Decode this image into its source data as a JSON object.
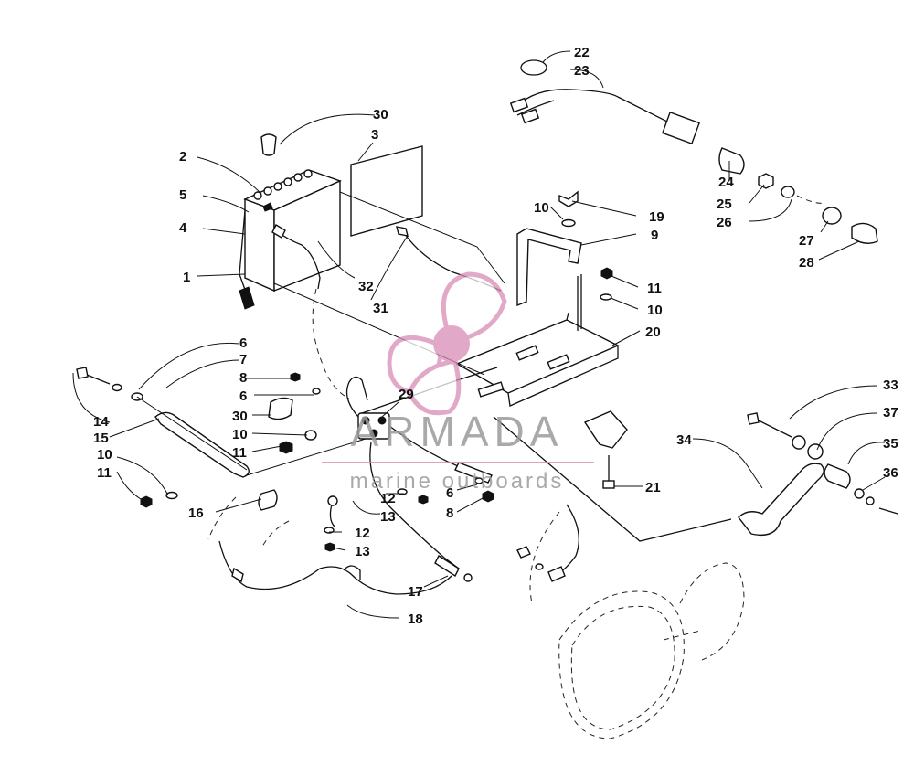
{
  "callouts": [
    {
      "id": "c1",
      "text": "1"
    },
    {
      "id": "c2",
      "text": "2"
    },
    {
      "id": "c3",
      "text": "3"
    },
    {
      "id": "c4",
      "text": "4"
    },
    {
      "id": "c5",
      "text": "5"
    },
    {
      "id": "c6a",
      "text": "6"
    },
    {
      "id": "c6b",
      "text": "6"
    },
    {
      "id": "c6c",
      "text": "6"
    },
    {
      "id": "c7",
      "text": "7"
    },
    {
      "id": "c8a",
      "text": "8"
    },
    {
      "id": "c8b",
      "text": "8"
    },
    {
      "id": "c9",
      "text": "9"
    },
    {
      "id": "c10a",
      "text": "10"
    },
    {
      "id": "c10b",
      "text": "10"
    },
    {
      "id": "c10c",
      "text": "10"
    },
    {
      "id": "c10d",
      "text": "10"
    },
    {
      "id": "c11a",
      "text": "11"
    },
    {
      "id": "c11b",
      "text": "11"
    },
    {
      "id": "c11c",
      "text": "11"
    },
    {
      "id": "c12a",
      "text": "12"
    },
    {
      "id": "c12b",
      "text": "12"
    },
    {
      "id": "c13a",
      "text": "13"
    },
    {
      "id": "c13b",
      "text": "13"
    },
    {
      "id": "c14",
      "text": "14"
    },
    {
      "id": "c15",
      "text": "15"
    },
    {
      "id": "c16",
      "text": "16"
    },
    {
      "id": "c17",
      "text": "17"
    },
    {
      "id": "c18",
      "text": "18"
    },
    {
      "id": "c19",
      "text": "19"
    },
    {
      "id": "c20",
      "text": "20"
    },
    {
      "id": "c21",
      "text": "21"
    },
    {
      "id": "c22",
      "text": "22"
    },
    {
      "id": "c23",
      "text": "23"
    },
    {
      "id": "c24",
      "text": "24"
    },
    {
      "id": "c25",
      "text": "25"
    },
    {
      "id": "c26",
      "text": "26"
    },
    {
      "id": "c27",
      "text": "27"
    },
    {
      "id": "c28",
      "text": "28"
    },
    {
      "id": "c29",
      "text": "29"
    },
    {
      "id": "c30a",
      "text": "30"
    },
    {
      "id": "c30b",
      "text": "30"
    },
    {
      "id": "c31",
      "text": "31"
    },
    {
      "id": "c32",
      "text": "32"
    },
    {
      "id": "c33",
      "text": "33"
    },
    {
      "id": "c34",
      "text": "34"
    },
    {
      "id": "c35",
      "text": "35"
    },
    {
      "id": "c36",
      "text": "36"
    },
    {
      "id": "c37",
      "text": "37"
    }
  ],
  "watermark": {
    "title": "ARMADA",
    "subtitle": "marine outboards",
    "logo_color": "#d98bb5",
    "text_color": "#9b9b9b"
  },
  "colors": {
    "line": "#111111",
    "background": "#ffffff"
  }
}
